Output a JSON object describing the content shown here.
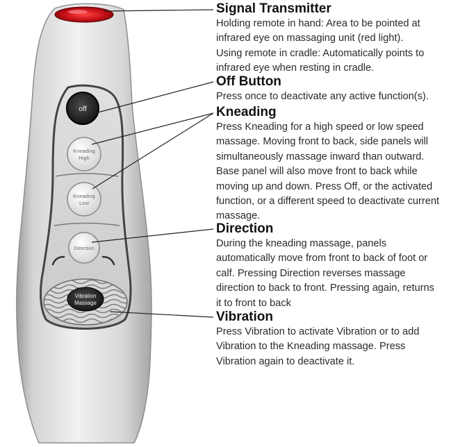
{
  "remote": {
    "off_label": "off",
    "kneading_high_label": [
      "Kneading",
      "High"
    ],
    "kneading_low_label": [
      "Kneading",
      "Low"
    ],
    "direction_label": "Direction",
    "vibration_label": [
      "Vibration",
      "Massage"
    ]
  },
  "sections": {
    "signal_transmitter": {
      "title": "Signal Transmitter",
      "lines": [
        "Holding remote in hand: Area to be pointed at",
        "infrared eye on massaging unit (red light).",
        "Using remote in cradle: Automatically points to",
        "infrared eye when resting in cradle."
      ]
    },
    "off_button": {
      "title": "Off Button",
      "lines": [
        "Press once to deactivate any active function(s)."
      ]
    },
    "kneading": {
      "title": "Kneading",
      "lines": [
        "Press Kneading for a high speed or low speed",
        "massage. Moving front to back, side panels will",
        "simultaneously massage inward than outward.",
        "Base panel will also move front to back while",
        "moving up and down. Press Off, or the activated",
        "function, or a different speed to deactivate current",
        "massage."
      ]
    },
    "direction": {
      "title": "Direction",
      "lines": [
        "During the kneading massage, panels",
        "automatically move from front to back of foot or",
        "calf. Pressing Direction reverses massage",
        "direction to back to front. Pressing again, returns",
        "it to front to back"
      ]
    },
    "vibration": {
      "title": "Vibration",
      "lines": [
        "Press Vibration to activate Vibration or to add",
        "Vibration to the Kneading massage. Press",
        "Vibration again to deactivate it."
      ]
    }
  }
}
